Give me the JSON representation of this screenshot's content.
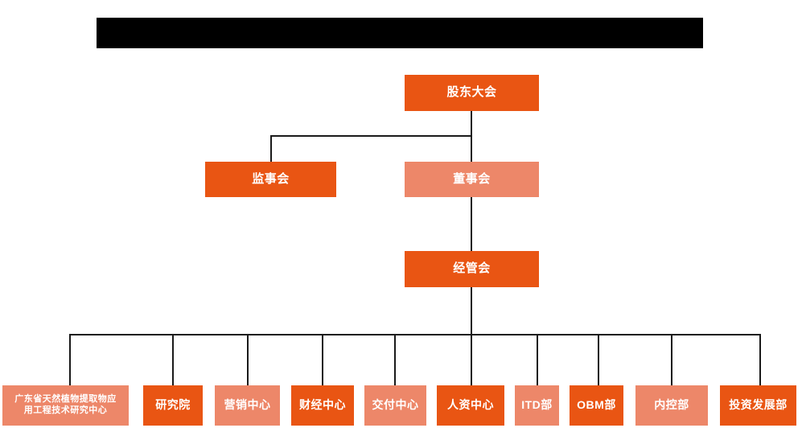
{
  "chart": {
    "type": "org-chart",
    "background_color": "#ffffff",
    "colors": {
      "dark_orange": "#e95513",
      "light_orange": "#ed8769",
      "line": "#1a1a1a",
      "redacted_bar": "#000000",
      "text": "#ffffff"
    },
    "title_bar": {
      "label": "",
      "redacted": "true"
    },
    "levels": [
      {
        "level": 1,
        "nodes": [
          {
            "id": "shareholders-meeting",
            "label": "股东大会",
            "shade": "dark"
          }
        ]
      },
      {
        "level": 2,
        "nodes": [
          {
            "id": "board-of-supervisors",
            "label": "监事会",
            "shade": "dark"
          },
          {
            "id": "board-of-directors",
            "label": "董事会",
            "shade": "light"
          }
        ]
      },
      {
        "level": 3,
        "nodes": [
          {
            "id": "management-committee",
            "label": "经管会",
            "shade": "dark"
          }
        ]
      },
      {
        "level": 4,
        "nodes": [
          {
            "id": "guangdong-research-center",
            "label": "广东省天然植物提取物应用工程技术研究中心",
            "line1": "广东省天然植物提取物应",
            "line2": "用工程技术研究中心",
            "shade": "light"
          },
          {
            "id": "research-institute",
            "label": "研究院",
            "shade": "dark"
          },
          {
            "id": "marketing-center",
            "label": "营销中心",
            "shade": "light"
          },
          {
            "id": "finance-center",
            "label": "财经中心",
            "shade": "dark"
          },
          {
            "id": "delivery-center",
            "label": "交付中心",
            "shade": "light"
          },
          {
            "id": "hr-center",
            "label": "人资中心",
            "shade": "dark"
          },
          {
            "id": "itd-department",
            "label": "ITD部",
            "shade": "light"
          },
          {
            "id": "obm-department",
            "label": "OBM部",
            "shade": "dark"
          },
          {
            "id": "internal-control-department",
            "label": "内控部",
            "shade": "light"
          },
          {
            "id": "investment-development-department",
            "label": "投资发展部",
            "shade": "dark"
          }
        ]
      }
    ]
  }
}
